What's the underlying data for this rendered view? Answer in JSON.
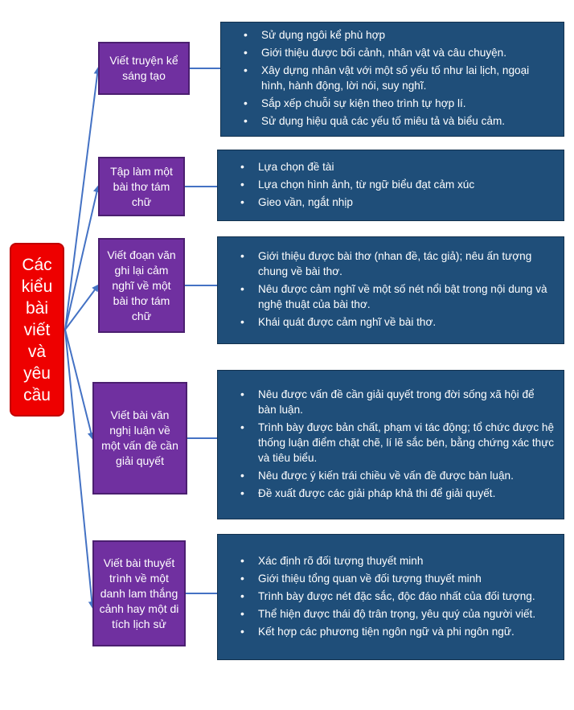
{
  "root": {
    "label": "Các kiểu bài viết và yêu cầu"
  },
  "colors": {
    "root": "#ee0000",
    "category": "#7030a0",
    "requirements": "#1f4e79",
    "arrow": "#4472c4"
  },
  "categories": [
    {
      "label": "Viết truyện kể sáng tạo",
      "requirements": [
        "Sử dụng ngôi kể phù hợp",
        "Giới thiệu được bối cảnh, nhân vật và câu chuyện.",
        "Xây dựng nhân vật với một số yếu tố như lai lịch, ngoại hình, hành động, lời nói, suy nghĩ.",
        "Sắp xếp chuỗi sự kiện theo trình tự hợp lí.",
        "Sử dụng hiệu quả các yếu tố miêu tả và biểu cảm."
      ]
    },
    {
      "label": "Tập làm một bài thơ tám chữ",
      "requirements": [
        "Lựa chọn đề tài",
        "Lựa chọn hình ảnh, từ ngữ biểu đạt cảm xúc",
        "Gieo vần, ngắt nhịp"
      ]
    },
    {
      "label": "Viết đoạn văn ghi lại cảm nghĩ về một bài thơ tám chữ",
      "requirements": [
        "Giới thiệu được bài thơ (nhan đề, tác giả); nêu ấn tượng chung về bài thơ.",
        "Nêu được cảm nghĩ về một số nét nổi bật trong nội dung và nghệ thuật của bài thơ.",
        "Khái quát được cảm nghĩ về bài thơ."
      ]
    },
    {
      "label": "Viết bài văn nghị luận về một vấn đề cần giải quyết",
      "requirements": [
        "Nêu được vấn đề cần giải quyết trong đời sống xã hội để bàn luận.",
        "Trình bày được bản chất, phạm vi tác động; tổ chức được hệ thống luận điểm chặt chẽ, lí lẽ sắc bén, bằng chứng xác thực và tiêu biểu.",
        "Nêu được ý kiến trái chiều về vấn đề được bàn luận.",
        "Đề xuất được các giải pháp khả thi để giải quyết."
      ]
    },
    {
      "label": "Viết bài thuyết trình về một danh lam thắng cảnh hay một di tích lịch sử",
      "requirements": [
        "Xác định rõ đối tượng thuyết minh",
        "Giới thiệu tổng quan về đối tượng thuyết minh",
        "Trình bày được nét đặc sắc, độc đáo nhất của đối tượng.",
        "Thể hiện được thái độ trân trọng, yêu quý của người viết.",
        "Kết hợp các phương tiện ngôn ngữ và phi ngôn ngữ."
      ]
    }
  ]
}
